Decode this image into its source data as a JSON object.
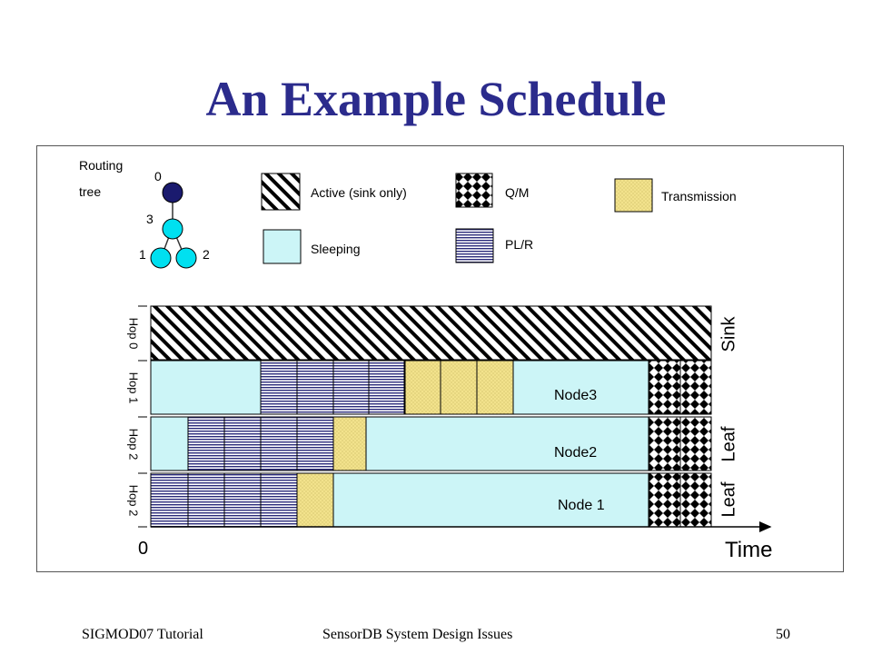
{
  "title": "An Example Schedule",
  "routing": {
    "label_line1": "Routing",
    "label_line2": "tree",
    "node_labels": [
      "0",
      "3",
      "1",
      "2"
    ]
  },
  "legend": {
    "active": "Active (sink only)",
    "sleeping": "Sleeping",
    "qm": "Q/M",
    "plr": "PL/R",
    "transmission": "Transmission"
  },
  "rows": {
    "hop_labels": [
      "Hop 0",
      "Hop 1",
      "Hop 2",
      "Hop 2"
    ],
    "node_labels": [
      "Node3",
      "Node2",
      "Node 1"
    ],
    "side_labels": [
      "Sink",
      "Leaf",
      "Leaf"
    ]
  },
  "axis": {
    "origin": "0",
    "time": "Time"
  },
  "footer": {
    "left": "SIGMOD07 Tutorial",
    "center": "SensorDB System Design Issues",
    "right": "50"
  },
  "colors": {
    "title": "#2b2b8c",
    "sleeping": "#ccf5f7",
    "transmission": "#f2e28c",
    "node_dark": "#1a1a6e",
    "node_light": "#00e0f0"
  }
}
